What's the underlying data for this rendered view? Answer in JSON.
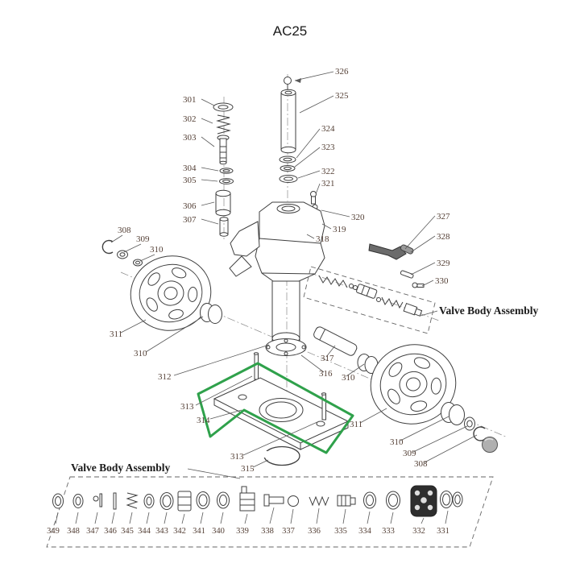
{
  "title": "AC25",
  "section_labels": {
    "valve_body_assembly": "Valve Body Assembly"
  },
  "highlight": {
    "color": "#2fa14b",
    "highlighted_part": "314"
  },
  "parts": {
    "301": "301",
    "302": "302",
    "303": "303",
    "304": "304",
    "305": "305",
    "306": "306",
    "307": "307",
    "308": "308",
    "309": "309",
    "310": "310",
    "311": "311",
    "312": "312",
    "313": "313",
    "314": "314",
    "315": "315",
    "316": "316",
    "317": "317",
    "318": "318",
    "319": "319",
    "320": "320",
    "321": "321",
    "322": "322",
    "323": "323",
    "324": "324",
    "325": "325",
    "326": "326",
    "327": "327",
    "328": "328",
    "329": "329",
    "330": "330",
    "331": "331",
    "332": "332",
    "333": "333",
    "334": "334",
    "335": "335",
    "336": "336",
    "337": "337",
    "338": "338",
    "339": "339",
    "340": "340",
    "341": "341",
    "342": "342",
    "343": "343",
    "344": "344",
    "345": "345",
    "346": "346",
    "347": "347",
    "348": "348",
    "349": "349"
  }
}
